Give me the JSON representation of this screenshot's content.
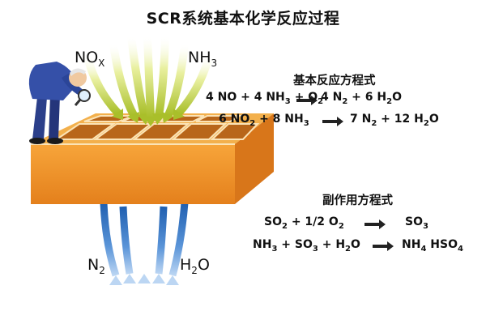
{
  "title": "SCR系统基本化学反应过程",
  "inputs": {
    "left": {
      "base": "NO",
      "sub": "X"
    },
    "right": {
      "base": "NH",
      "sub": "3"
    }
  },
  "outputs": {
    "left": {
      "base": "N",
      "sub": "2"
    },
    "right": {
      "base": "H",
      "sub": "2",
      "rest": "O"
    }
  },
  "basic_reactions": {
    "title": "基本反应方程式",
    "eq1": {
      "lhs": "4 NO + 4 NH3 + O2",
      "rhs": "4 N2 + 6 H2O"
    },
    "eq2": {
      "lhs": "6 NO2 + 8 NH3",
      "rhs": "7 N2 + 12 H2O"
    }
  },
  "side_reactions": {
    "title": "副作用方程式",
    "eq1": {
      "lhs": "SO2 + 1/2 O2",
      "rhs": "SO3"
    },
    "eq2": {
      "lhs": "NH3 + SO3 + H2O",
      "rhs": "NH4 HSO4"
    }
  },
  "colors": {
    "catalyst_top": "#f6a93a",
    "catalyst_front": "#ee8f22",
    "catalyst_side": "#d8761a",
    "cell": "#c06a18",
    "inflow_arrow": "#c9d94a",
    "outflow_arrow": "#3a78c8",
    "reaction_arrow": "#222222"
  },
  "icons": [
    "inspector-with-magnifier-icon"
  ]
}
